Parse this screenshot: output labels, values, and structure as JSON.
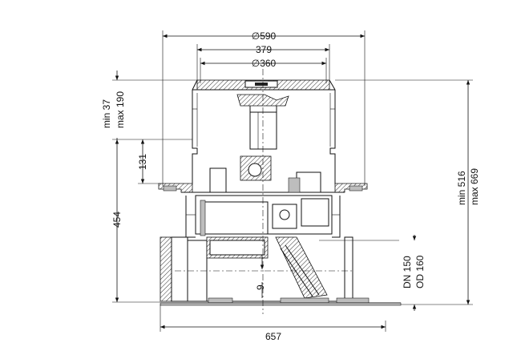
{
  "dimensions": {
    "d590": "∅590",
    "d379": "379",
    "d360": "∅360",
    "min37": "min 37",
    "max190": "max 190",
    "d131": "131",
    "d454": "454",
    "min516": "min 516",
    "max669": "max 669",
    "d9": "9",
    "dn150": "DN 150",
    "od160": "OD 160",
    "d657": "657"
  }
}
